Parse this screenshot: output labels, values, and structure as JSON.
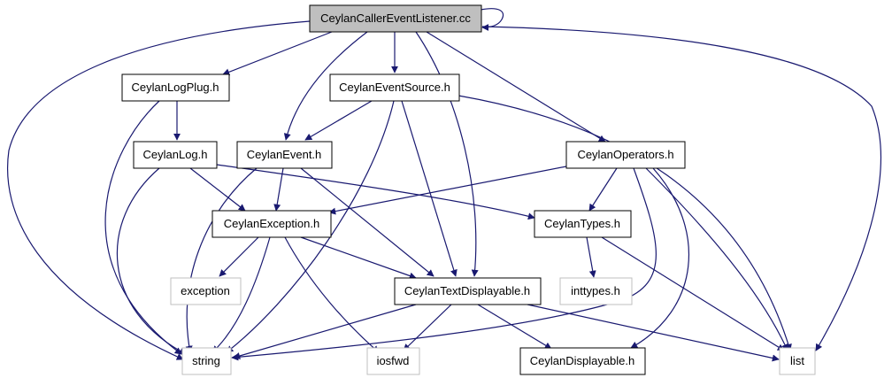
{
  "colors": {
    "edge": "#191970",
    "node_border": "#000000",
    "system_border": "#bfbfbf",
    "root_fill": "#bfbfbf",
    "fill": "#ffffff"
  },
  "nodes": {
    "root": "CeylanCallerEventListener.cc",
    "logplug": "CeylanLogPlug.h",
    "eventsource": "CeylanEventSource.h",
    "log": "CeylanLog.h",
    "event": "CeylanEvent.h",
    "operators": "CeylanOperators.h",
    "exception": "CeylanException.h",
    "types": "CeylanTypes.h",
    "exc_std": "exception",
    "textdisp": "CeylanTextDisplayable.h",
    "inttypes": "inttypes.h",
    "string": "string",
    "iosfwd": "iosfwd",
    "displayable": "CeylanDisplayable.h",
    "list": "list"
  }
}
